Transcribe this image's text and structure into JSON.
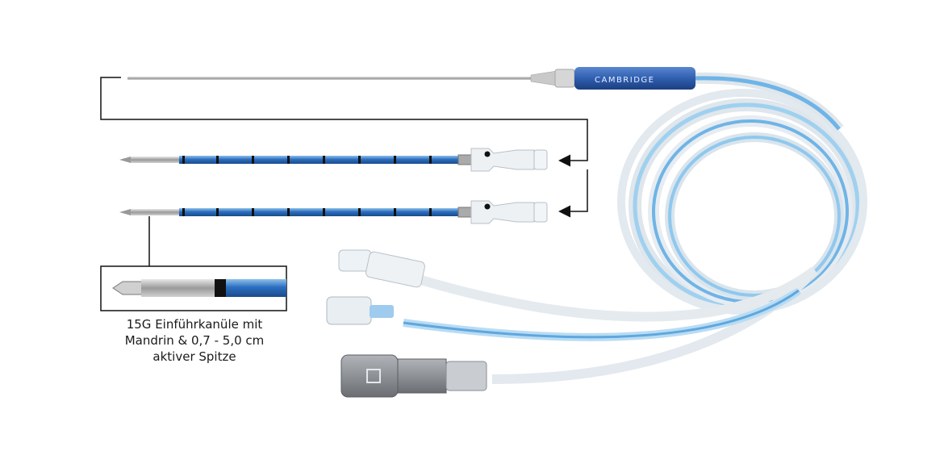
{
  "product": {
    "brand_label": "CAMBRIDGE",
    "caption_lines": [
      "15G Einführkanüle mit",
      "Mandrin & 0,7 - 5,0 cm",
      "aktiver Spitze"
    ]
  },
  "colors": {
    "background": "#ffffff",
    "handle_blue": "#2f5fb0",
    "cannula_blue": "#2b6fc0",
    "tube_blue": "#8cc6ea",
    "tube_clear": "#dfe6ec",
    "connector_gray": "#8e9296",
    "line_black": "#111111"
  },
  "icons": {
    "insert_arrow": "arrow-left-icon",
    "connector_badge": "square-c-icon"
  }
}
